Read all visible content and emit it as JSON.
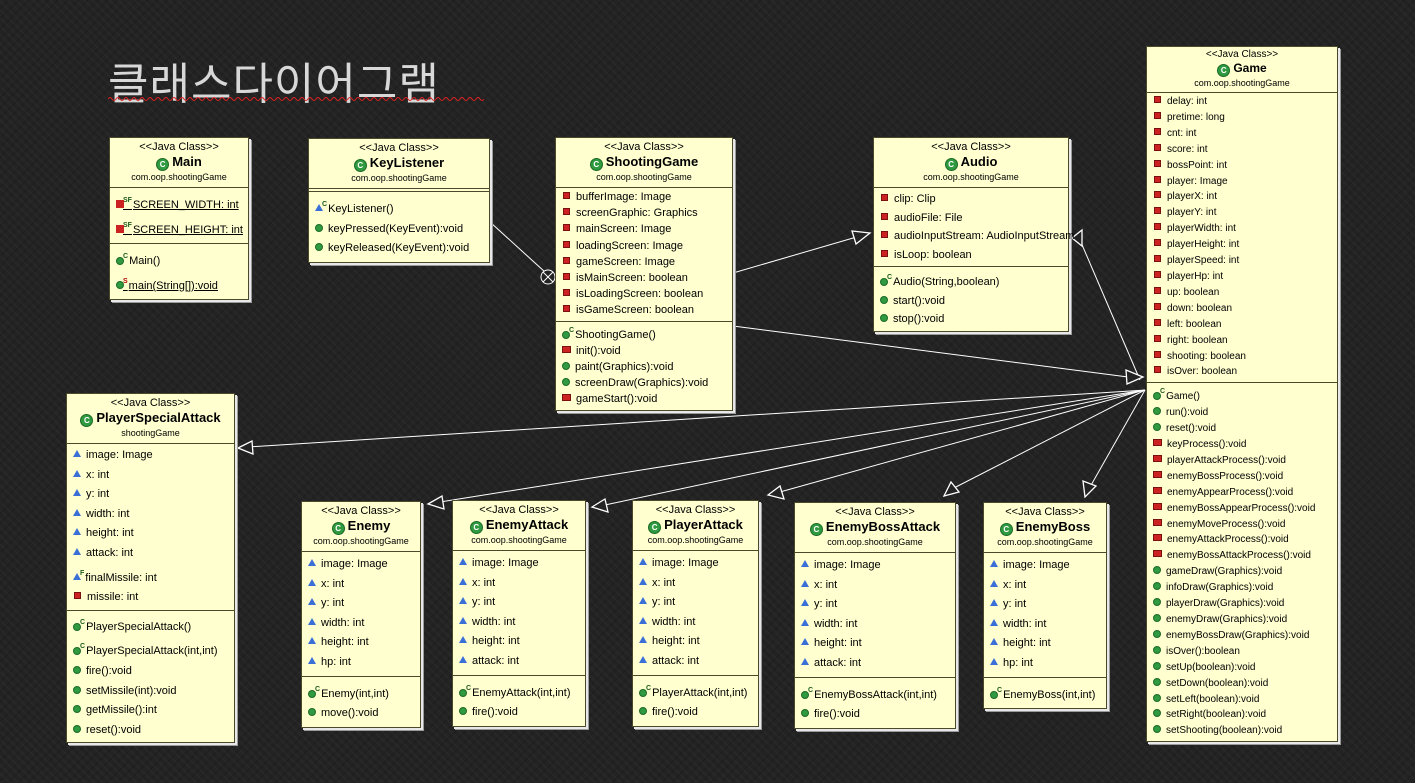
{
  "title": "클래스다이어그램",
  "stereotype": "<<Java Class>>",
  "classes": {
    "main": {
      "name": "Main",
      "package": "com.oop.shootingGame",
      "fields": [
        "SCREEN_WIDTH: int",
        "SCREEN_HEIGHT: int"
      ],
      "methods": [
        "Main()",
        "main(String[]):void"
      ]
    },
    "keylistener": {
      "name": "KeyListener",
      "package": "com.oop.shootingGame",
      "fields": [],
      "methods": [
        "KeyListener()",
        "keyPressed(KeyEvent):void",
        "keyReleased(KeyEvent):void"
      ]
    },
    "shootinggame": {
      "name": "ShootingGame",
      "package": "com.oop.shootingGame",
      "fields": [
        "bufferImage: Image",
        "screenGraphic: Graphics",
        "mainScreen: Image",
        "loadingScreen: Image",
        "gameScreen: Image",
        "isMainScreen: boolean",
        "isLoadingScreen: boolean",
        "isGameScreen: boolean"
      ],
      "methods": [
        "ShootingGame()",
        "init():void",
        "paint(Graphics):void",
        "screenDraw(Graphics):void",
        "gameStart():void"
      ]
    },
    "audio": {
      "name": "Audio",
      "package": "com.oop.shootingGame",
      "fields": [
        "clip: Clip",
        "audioFile: File",
        "audioInputStream: AudioInputStream",
        "isLoop: boolean"
      ],
      "methods": [
        "Audio(String,boolean)",
        "start():void",
        "stop():void"
      ]
    },
    "game": {
      "name": "Game",
      "package": "com.oop.shootingGame",
      "fields": [
        "delay: int",
        "pretime: long",
        "cnt: int",
        "score: int",
        "bossPoint: int",
        "player: Image",
        "playerX: int",
        "playerY: int",
        "playerWidth: int",
        "playerHeight: int",
        "playerSpeed: int",
        "playerHp: int",
        "up: boolean",
        "down: boolean",
        "left: boolean",
        "right: boolean",
        "shooting: boolean",
        "isOver: boolean"
      ],
      "methods": [
        "Game()",
        "run():void",
        "reset():void",
        "keyProcess():void",
        "playerAttackProcess():void",
        "enemyBossProcess():void",
        "enemyAppearProcess():void",
        "enemyBossAppearProcess():void",
        "enemyMoveProcess():void",
        "enemyAttackProcess():void",
        "enemyBossAttackProcess():void",
        "gameDraw(Graphics):void",
        "infoDraw(Graphics):void",
        "playerDraw(Graphics):void",
        "enemyDraw(Graphics):void",
        "enemyBossDraw(Graphics):void",
        "isOver():boolean",
        "setUp(boolean):void",
        "setDown(boolean):void",
        "setLeft(boolean):void",
        "setRight(boolean):void",
        "setShooting(boolean):void"
      ]
    },
    "playerspecialattack": {
      "name": "PlayerSpecialAttack",
      "package": "shootingGame",
      "fields": [
        "image: Image",
        "x: int",
        "y: int",
        "width: int",
        "height: int",
        "attack: int",
        "finalMissile: int",
        "missile: int"
      ],
      "methods": [
        "PlayerSpecialAttack()",
        "PlayerSpecialAttack(int,int)",
        "fire():void",
        "setMissile(int):void",
        "getMissile():int",
        "reset():void"
      ]
    },
    "enemy": {
      "name": "Enemy",
      "package": "com.oop.shootingGame",
      "fields": [
        "image: Image",
        "x: int",
        "y: int",
        "width: int",
        "height: int",
        "hp: int"
      ],
      "methods": [
        "Enemy(int,int)",
        "move():void"
      ]
    },
    "enemyattack": {
      "name": "EnemyAttack",
      "package": "com.oop.shootingGame",
      "fields": [
        "image: Image",
        "x: int",
        "y: int",
        "width: int",
        "height: int",
        "attack: int"
      ],
      "methods": [
        "EnemyAttack(int,int)",
        "fire():void"
      ]
    },
    "playerattack": {
      "name": "PlayerAttack",
      "package": "com.oop.shootingGame",
      "fields": [
        "image: Image",
        "x: int",
        "y: int",
        "width: int",
        "height: int",
        "attack: int"
      ],
      "methods": [
        "PlayerAttack(int,int)",
        "fire():void"
      ]
    },
    "enemybossattack": {
      "name": "EnemyBossAttack",
      "package": "com.oop.shootingGame",
      "fields": [
        "image: Image",
        "x: int",
        "y: int",
        "width: int",
        "height: int",
        "attack: int"
      ],
      "methods": [
        "EnemyBossAttack(int,int)",
        "fire():void"
      ]
    },
    "enemyboss": {
      "name": "EnemyBoss",
      "package": "com.oop.shootingGame",
      "fields": [
        "image: Image",
        "x: int",
        "y: int",
        "width: int",
        "height: int",
        "hp: int"
      ],
      "methods": [
        "EnemyBoss(int,int)"
      ]
    }
  }
}
